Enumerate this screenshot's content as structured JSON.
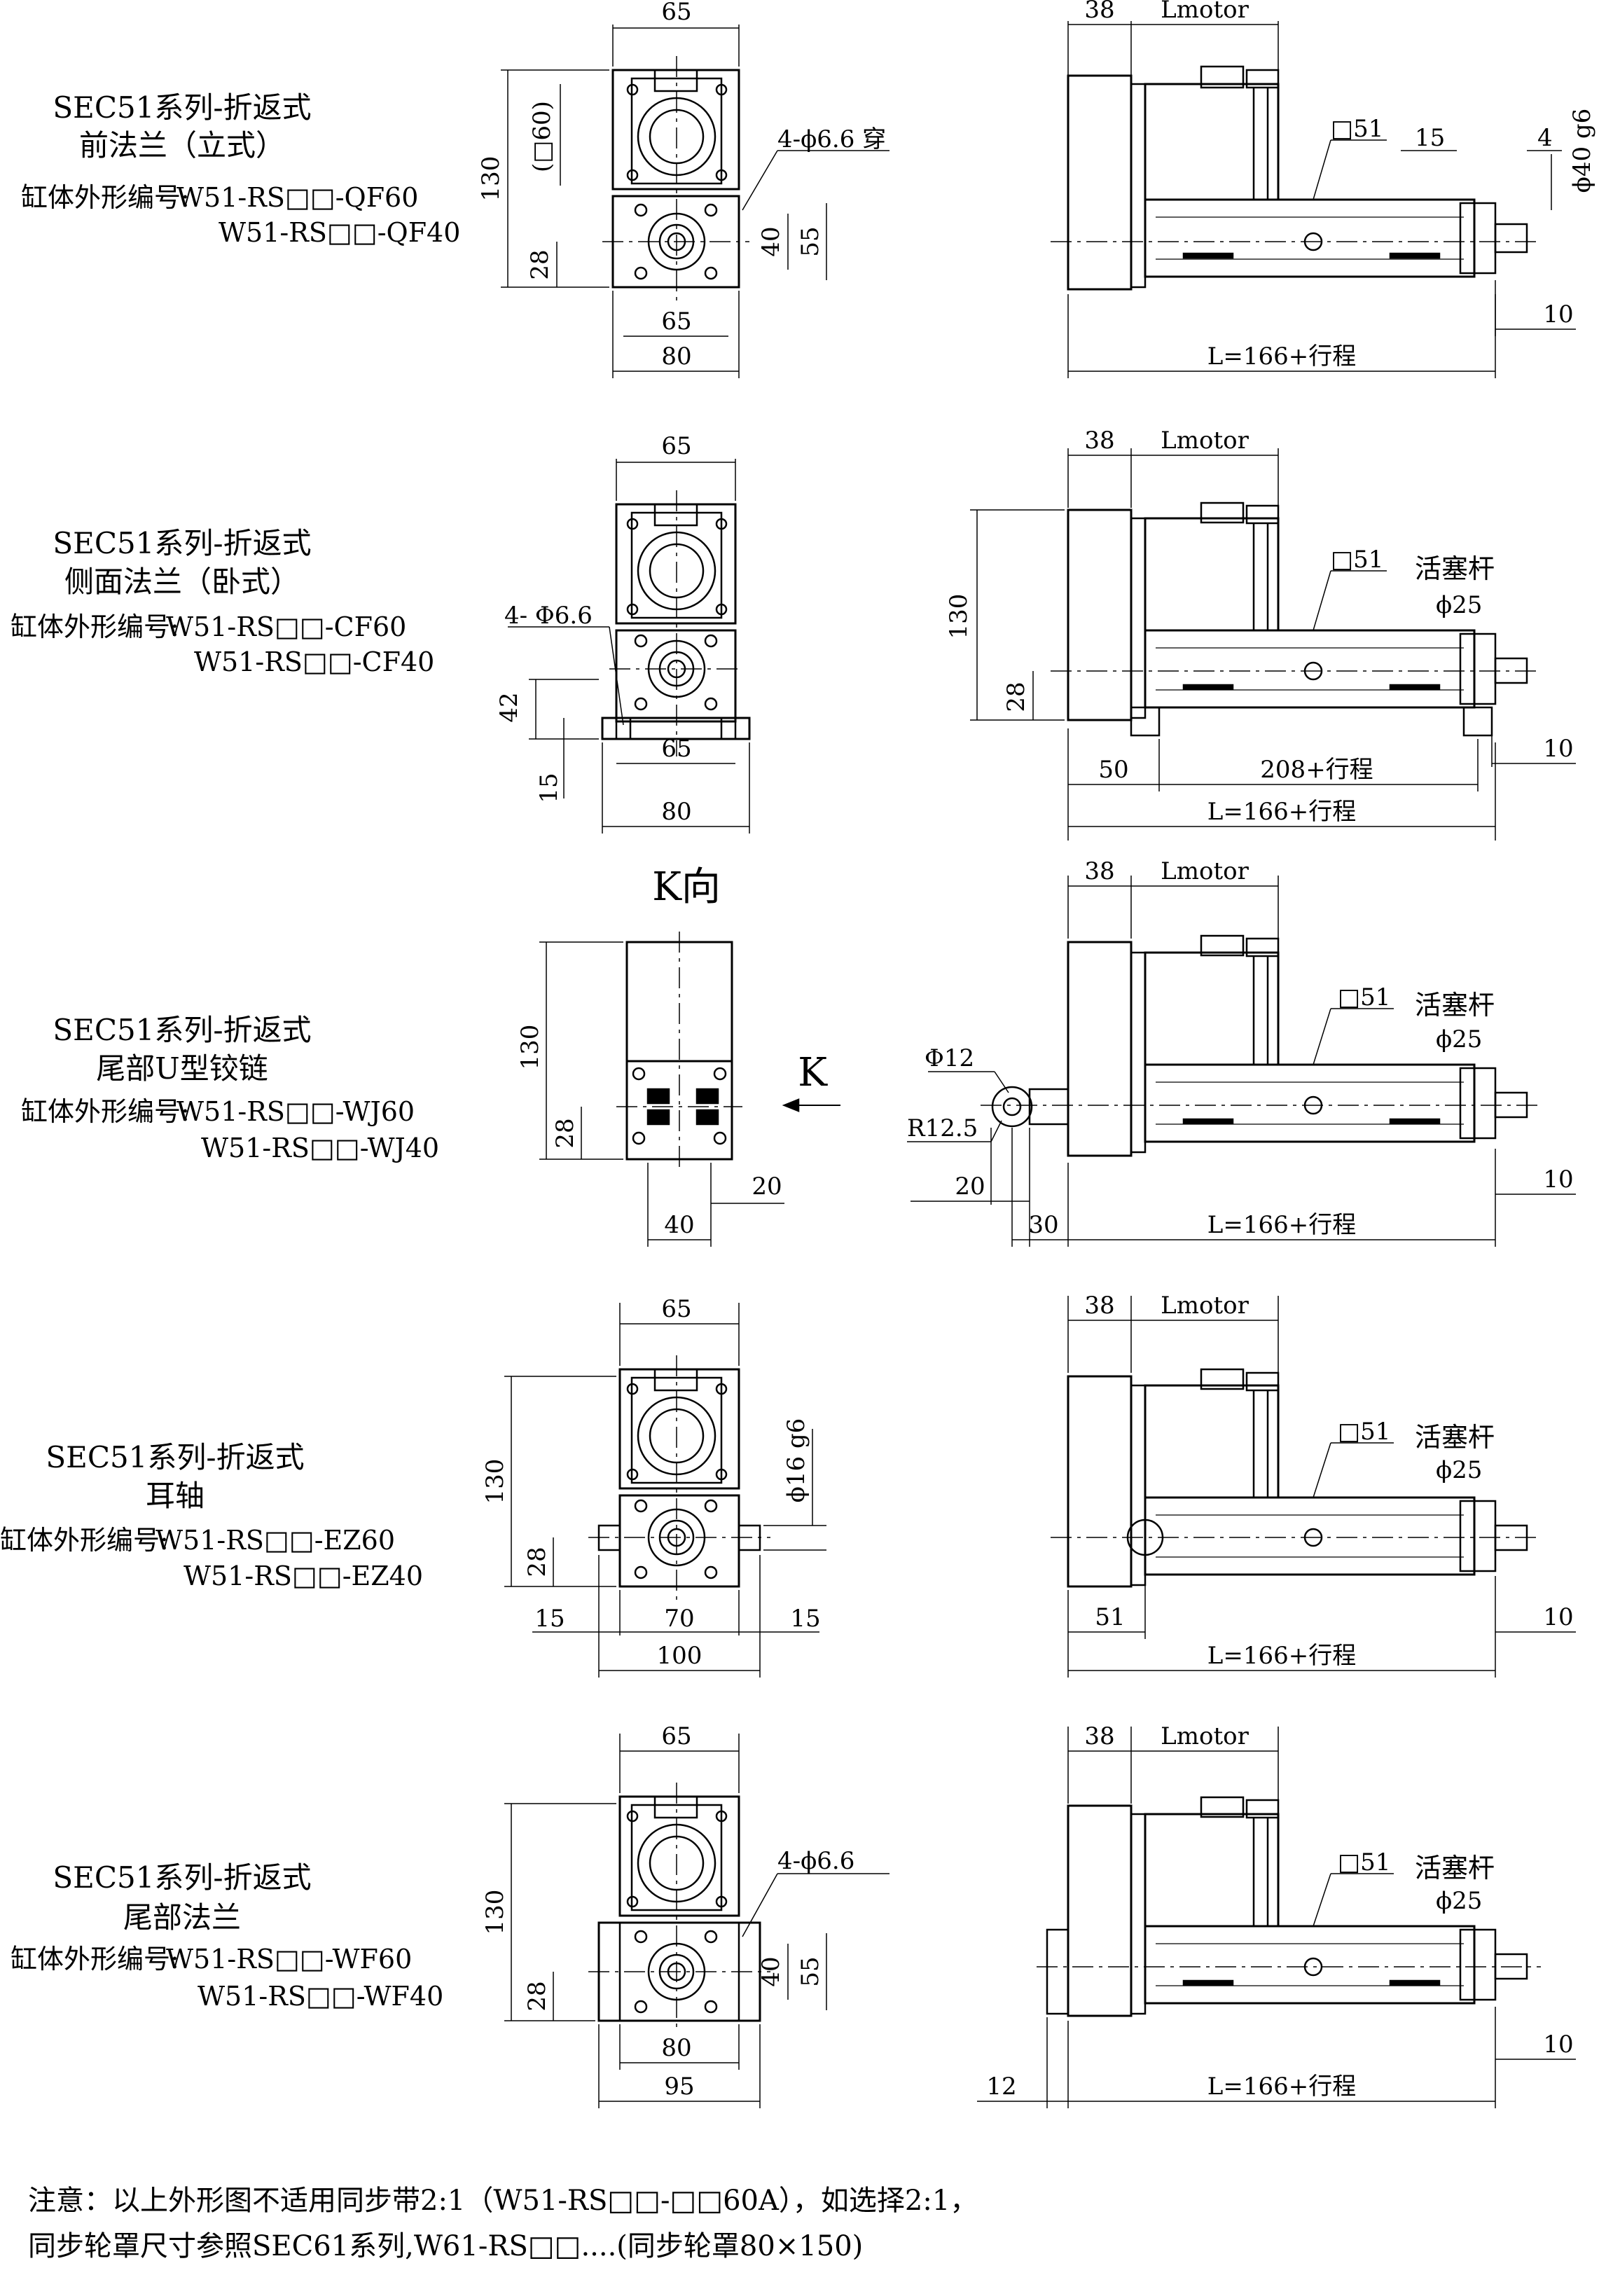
{
  "sections": [
    {
      "title": "SEC51系列-折返式",
      "subtitle": "前法兰（立式）",
      "model_prefix": "缸体外形编号:",
      "model_1": "W51-RS□□-QF60",
      "model_2": "W51-RS□□-QF40",
      "front": {
        "top_width": "65",
        "left_height": "130",
        "inner_square": "(□60)",
        "bottom_height": "28",
        "right_40": "40",
        "right_55": "55",
        "bottom_65": "65",
        "bottom_80": "80",
        "hole_note": "4-ϕ6.6 穿"
      },
      "side": {
        "dim_38": "38",
        "lmotor": "Lmotor",
        "square": "□51",
        "dim_15": "15",
        "dim_4": "4",
        "shaft": "ϕ40 g6",
        "dim_10": "10",
        "length": "L=166+行程"
      }
    },
    {
      "title": "SEC51系列-折返式",
      "subtitle": "侧面法兰（卧式）",
      "model_prefix": "缸体外形编号:",
      "model_1": "W51-RS□□-CF60",
      "model_2": "W51-RS□□-CF40",
      "front": {
        "top_width": "65",
        "hole_note": "4- Φ6.6",
        "left_42": "42",
        "left_15": "15",
        "bottom_65": "65",
        "bottom_80": "80"
      },
      "side": {
        "dim_38": "38",
        "lmotor": "Lmotor",
        "height_130": "130",
        "height_28": "28",
        "square": "□51",
        "rod_label": "活塞杆",
        "rod_dia": "ϕ25",
        "dim_10": "10",
        "dim_50": "50",
        "stroke_208": "208+行程",
        "length": "L=166+行程"
      }
    },
    {
      "title": "SEC51系列-折返式",
      "subtitle": "尾部U型铰链",
      "model_prefix": "缸体外形编号:",
      "model_1": "W51-RS□□-WJ60",
      "model_2": "W51-RS□□-WJ40",
      "view_label": "K向",
      "arrow_label": "K",
      "front": {
        "left_130": "130",
        "left_28": "28",
        "bottom_40": "40",
        "right_20": "20"
      },
      "side": {
        "dim_38": "38",
        "lmotor": "Lmotor",
        "square": "□51",
        "rod_label": "活塞杆",
        "rod_dia": "ϕ25",
        "pin_dia": "Φ12",
        "radius": "R12.5",
        "dim_20": "20",
        "dim_30": "30",
        "dim_10": "10",
        "length": "L=166+行程"
      }
    },
    {
      "title": "SEC51系列-折返式",
      "subtitle": "耳轴",
      "model_prefix": "缸体外形编号:",
      "model_1": "W51-RS□□-EZ60",
      "model_2": "W51-RS□□-EZ40",
      "front": {
        "top_width": "65",
        "left_130": "130",
        "left_28": "28",
        "shaft": "ϕ16 g6",
        "dim_15a": "15",
        "dim_70": "70",
        "dim_15b": "15",
        "dim_100": "100"
      },
      "side": {
        "dim_38": "38",
        "lmotor": "Lmotor",
        "square": "□51",
        "rod_label": "活塞杆",
        "rod_dia": "ϕ25",
        "dim_51": "51",
        "dim_10": "10",
        "length": "L=166+行程"
      }
    },
    {
      "title": "SEC51系列-折返式",
      "subtitle": "尾部法兰",
      "model_prefix": "缸体外形编号:",
      "model_1": "W51-RS□□-WF60",
      "model_2": "W51-RS□□-WF40",
      "front": {
        "top_width": "65",
        "left_130": "130",
        "left_28": "28",
        "hole_note": "4-ϕ6.6",
        "right_40": "40",
        "right_55": "55",
        "bottom_80": "80",
        "bottom_95": "95"
      },
      "side": {
        "dim_38": "38",
        "lmotor": "Lmotor",
        "square": "□51",
        "rod_label": "活塞杆",
        "rod_dia": "ϕ25",
        "dim_12": "12",
        "dim_10": "10",
        "length": "L=166+行程"
      }
    }
  ],
  "note_line_1": "注意：以上外形图不适用同步带2:1（W51-RS□□-□□60A），如选择2:1，",
  "note_line_2": "同步轮罩尺寸参照SEC61系列,W61-RS□□....(同步轮罩80×150)"
}
